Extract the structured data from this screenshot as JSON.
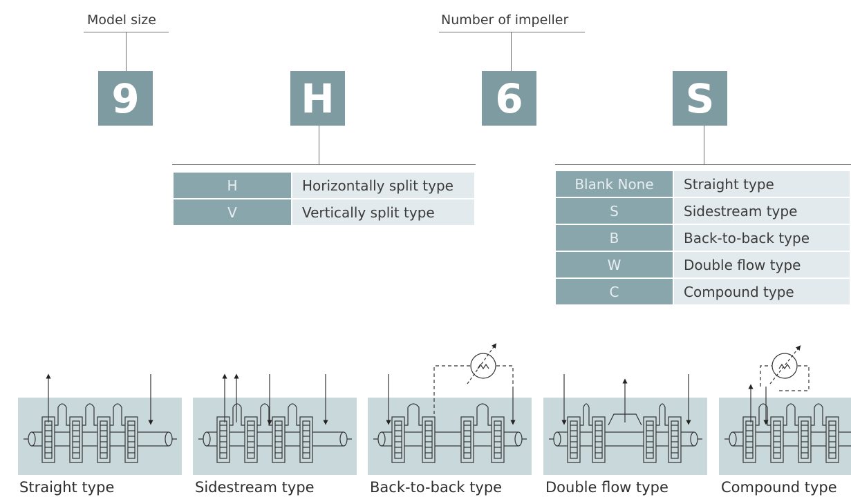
{
  "header": {
    "model_size_label": "Model size",
    "impeller_label": "Number of impeller"
  },
  "code": {
    "chars": [
      "9",
      "H",
      "6",
      "S"
    ]
  },
  "casing_table": [
    {
      "key": "H",
      "value": "Horizontally split type"
    },
    {
      "key": "V",
      "value": "Vertically split type"
    }
  ],
  "flow_table": [
    {
      "key": "Blank None",
      "value": "Straight type"
    },
    {
      "key": "S",
      "value": "Sidestream type"
    },
    {
      "key": "B",
      "value": "Back-to-back type"
    },
    {
      "key": "W",
      "value": "Double flow type"
    },
    {
      "key": "C",
      "value": "Compound type"
    }
  ],
  "diagrams": [
    {
      "caption": "Straight type"
    },
    {
      "caption": "Sidestream type"
    },
    {
      "caption": "Back-to-back type"
    },
    {
      "caption": "Double flow type"
    },
    {
      "caption": "Compound type"
    }
  ],
  "colors": {
    "box": "#7e9ba2",
    "table_key": "#8aa6ad",
    "table_value": "#e3eaee",
    "panel": "#c9d8db"
  }
}
